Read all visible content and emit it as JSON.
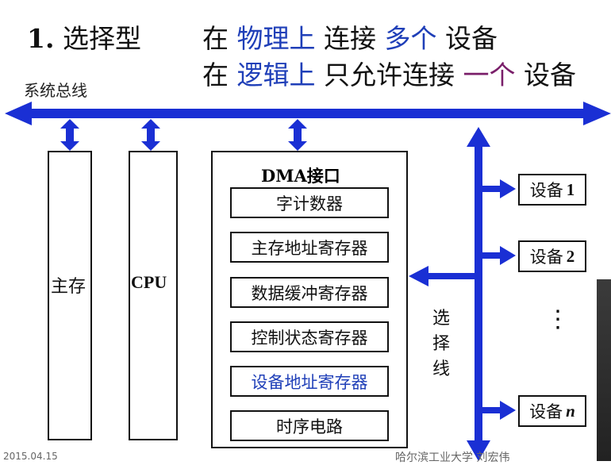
{
  "title": {
    "number": "1.",
    "type": "选择型",
    "line1": {
      "p1": "在",
      "p2": "物理上",
      "p3": "连接",
      "p4": "多个",
      "p5": "设备"
    },
    "line2": {
      "p1": "在",
      "p2": "逻辑上",
      "p3": "只允许连接",
      "p4": "一个",
      "p5": "设备"
    }
  },
  "bus_label": "系统总线",
  "main_memory": "主存",
  "cpu": "CPU",
  "dma": {
    "title": "DMA接口",
    "registers": [
      "字计数器",
      "主存地址寄存器",
      "数据缓冲寄存器",
      "控制状态寄存器",
      "设备地址寄存器",
      "时序电路"
    ]
  },
  "select_line": [
    "选",
    "择",
    "线"
  ],
  "devices": {
    "d1": "设备",
    "d1n": "1",
    "d2": "设备",
    "d2n": "2",
    "dots": "⋮",
    "dn": "设备",
    "dnn": "n"
  },
  "footer": {
    "date": "2015.04.15",
    "org": "哈尔滨工业大学 刘宏伟"
  },
  "colors": {
    "arrow": "#1a2fd4",
    "highlight": "#1f3fb8",
    "accent": "#7a1f6a"
  }
}
